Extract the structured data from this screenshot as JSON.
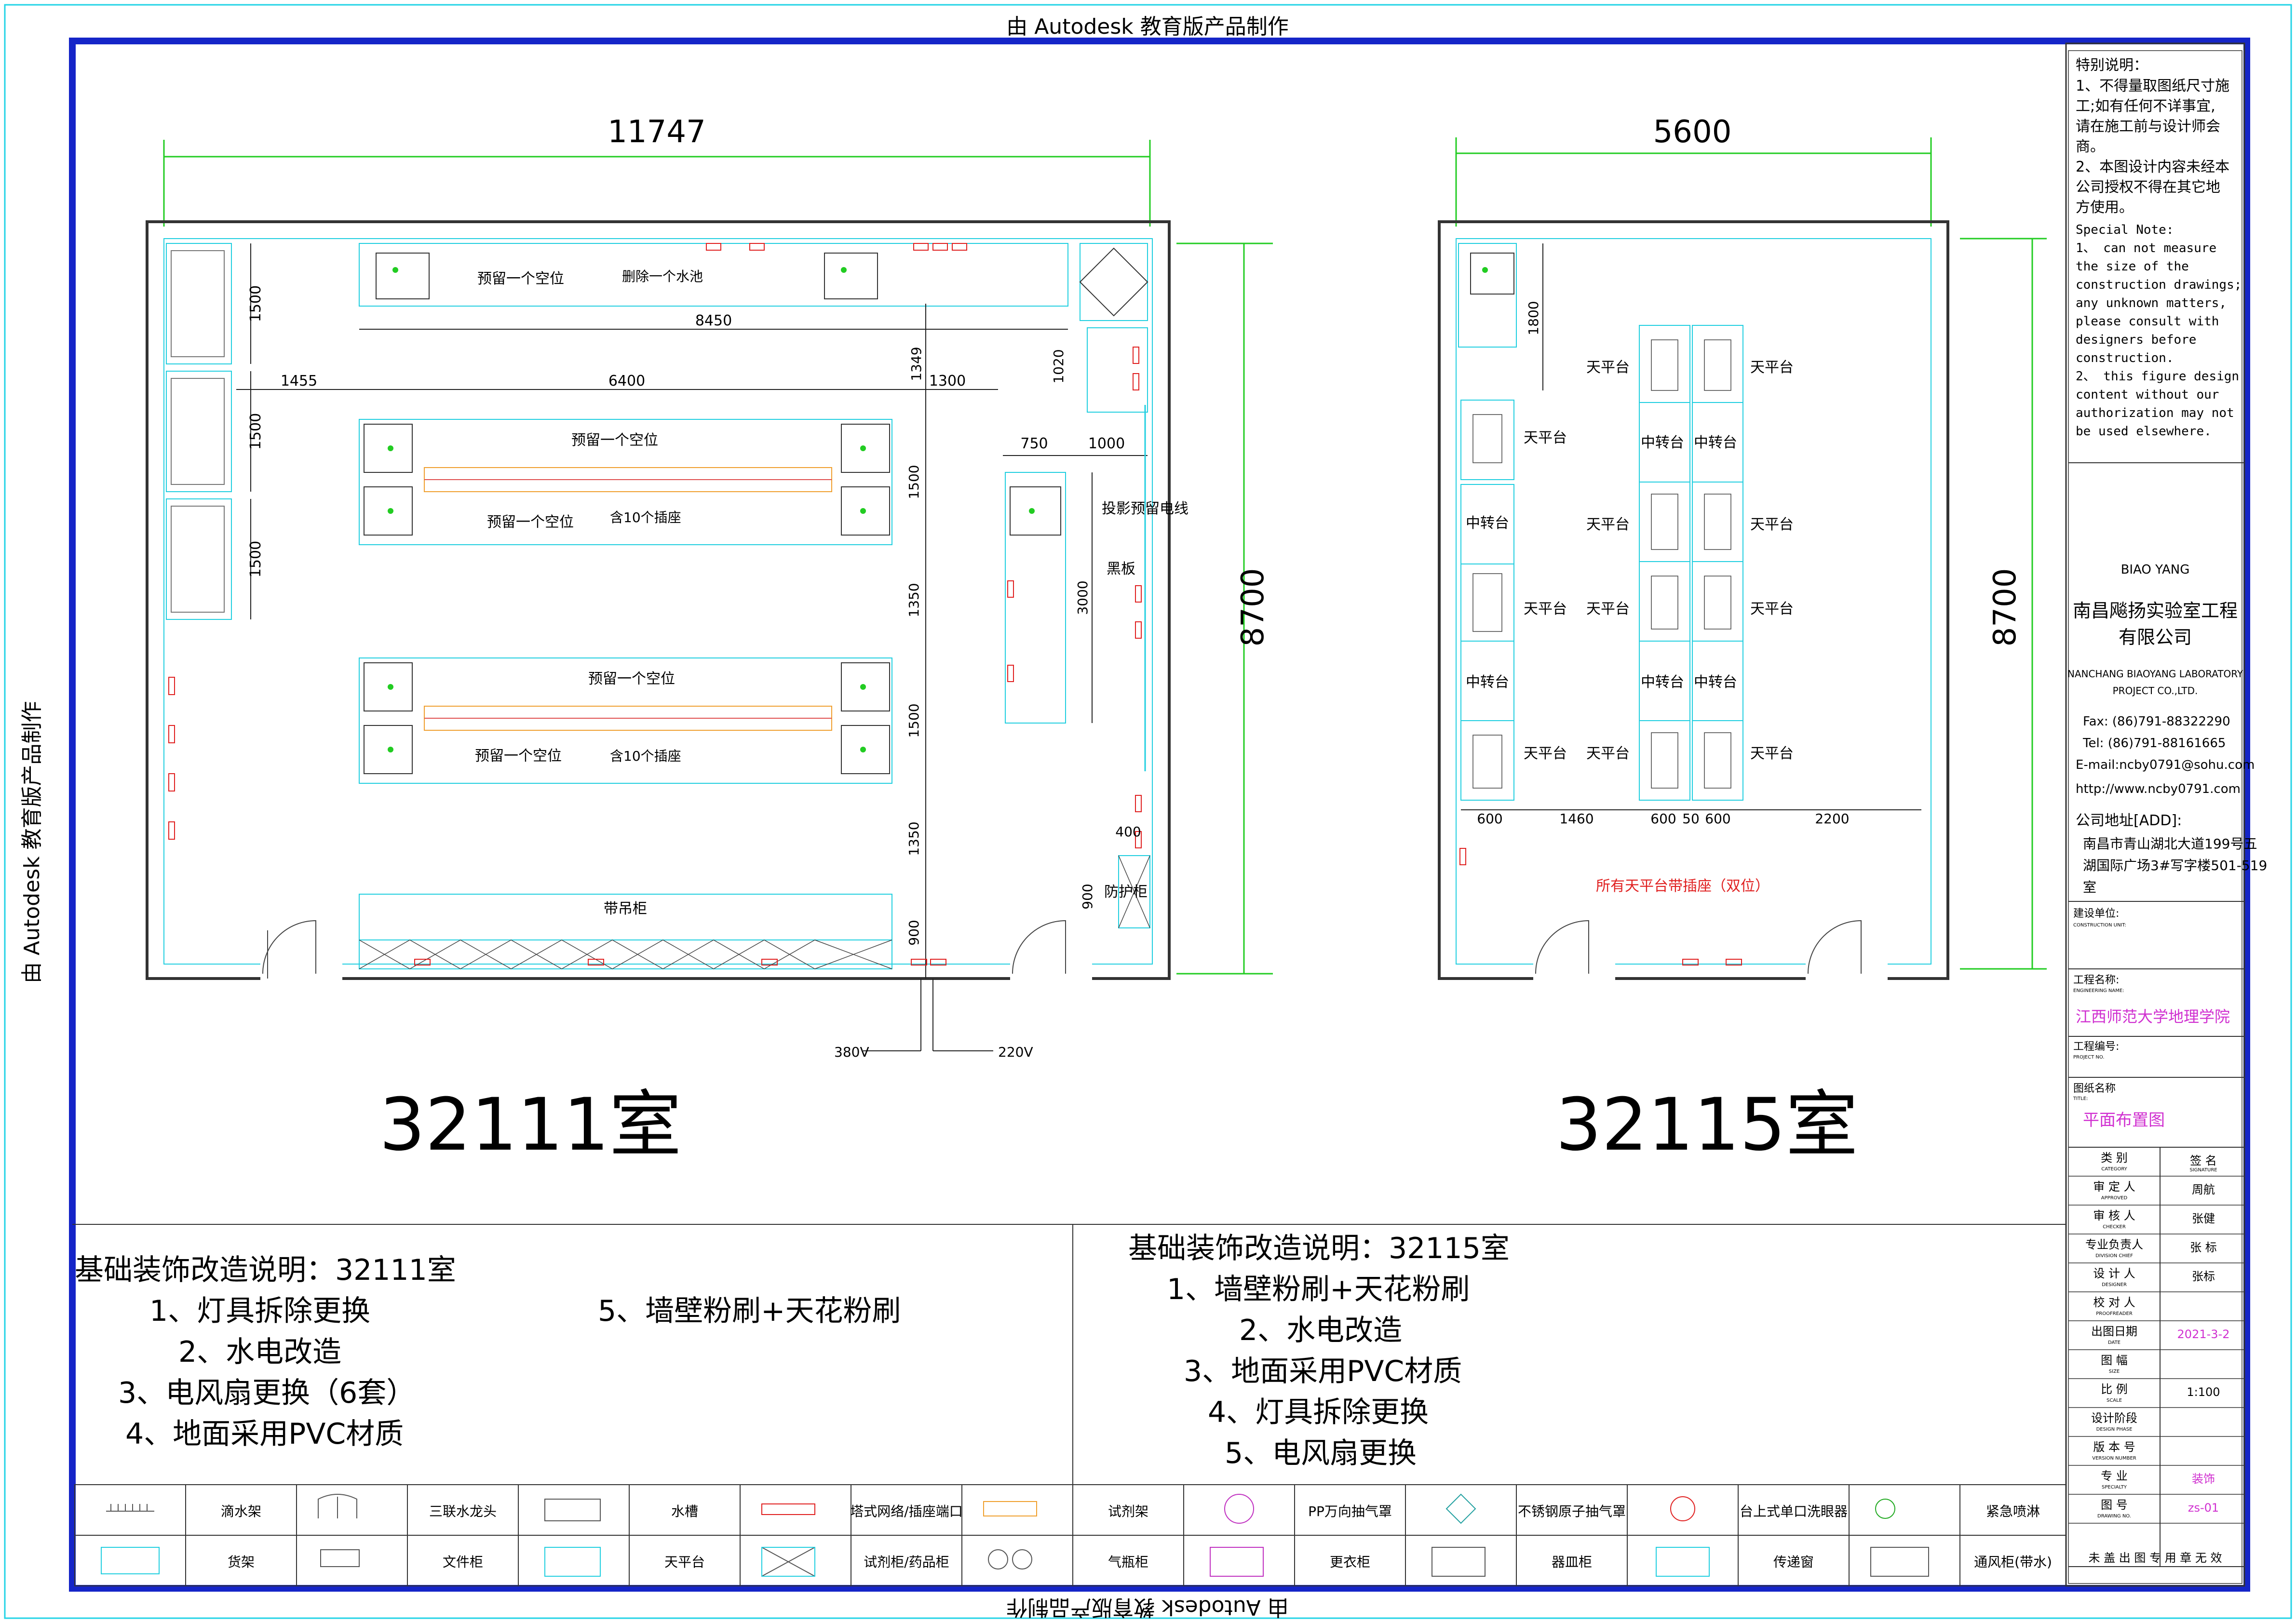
{
  "watermarks": {
    "left": "由 Autodesk 教育版产品制作",
    "bottom": "由 Autodesk 教育版产品制作"
  },
  "left_plan": {
    "dims": {
      "overall_width": "11747",
      "overall_height": "8700",
      "d8450": "8450",
      "d1455": "1455",
      "d6400": "6400",
      "d1300": "1300",
      "d1349": "1349",
      "d1020": "1020",
      "d750": "750",
      "d1000": "1000",
      "d1500_a": "1500",
      "d1500_b": "1500",
      "d1500_c": "1500",
      "d1500_d": "1500",
      "d1500_e": "1500",
      "d1350_a": "1350",
      "d1350_b": "1350",
      "d3000": "3000",
      "d900_a": "900",
      "d900_b": "900",
      "d400": "400"
    },
    "labels": {
      "reserve_top": "预留一个空位",
      "remove_sink": "删除一个水池",
      "reserve_b1_top": "预留一个空位",
      "reserve_b1_bottom": "预留一个空位",
      "sockets_b1": "含10个插座",
      "reserve_b2_top": "预留一个空位",
      "reserve_b2_bottom": "预留一个空位",
      "sockets_b2": "含10个插座",
      "projector": "投影预留电线",
      "blackboard": "黑板",
      "hanging_cabinet": "带吊柜",
      "protective_cabinet": "防护柜",
      "v380": "380V",
      "v220": "220V"
    },
    "room_title": "32111室"
  },
  "right_plan": {
    "dims": {
      "overall_width": "5600",
      "overall_height": "8700",
      "d1800": "1800",
      "b600a": "600",
      "b1460": "1460",
      "b600b": "600",
      "b50": "50",
      "b600c": "600",
      "b2200": "2200"
    },
    "labels": {
      "balance": "天平台",
      "transfer": "中转台",
      "note_red": "所有天平台带插座（双位）"
    },
    "room_title": "32115室"
  },
  "notes_left": {
    "title": "基础装饰改造说明：32111室",
    "items": [
      "1、灯具拆除更换",
      "2、水电改造",
      "3、电风扇更换（6套）",
      "4、地面采用PVC材质",
      "5、墙壁粉刷+天花粉刷"
    ]
  },
  "notes_right": {
    "title": "基础装饰改造说明：32115室",
    "items": [
      "1、墙壁粉刷+天花粉刷",
      "2、水电改造",
      "3、地面采用PVC材质",
      "4、灯具拆除更换",
      "5、电风扇更换"
    ]
  },
  "legend": {
    "row1": [
      "滴水架",
      "三联水龙头",
      "水槽",
      "塔式网络/插座端口",
      "试剂架",
      "PP万向抽气罩",
      "不锈钢原子抽气罩",
      "台上式单口洗眼器",
      "紧急喷淋"
    ],
    "row2": [
      "货架",
      "文件柜",
      "天平台",
      "试剂柜/药品柜",
      "气瓶柜",
      "更衣柜",
      "器皿柜",
      "传递窗",
      "通风柜(带水)"
    ]
  },
  "titleblock": {
    "special_title": "特别说明：",
    "special_cn": [
      "1、不得量取图纸尺寸施",
      "工;如有任何不详事宜,",
      "请在施工前与设计师会",
      "商。",
      "2、本图设计内容未经本",
      "公司授权不得在其它地",
      "方使用。"
    ],
    "special_en": [
      "Special Note:",
      "1、 can not measure",
      "the size of the",
      "construction drawings;",
      "any unknown matters,",
      "please consult with",
      "designers before",
      "construction.",
      "2、 this figure design",
      "content without our",
      "authorization may not",
      "be used elsewhere."
    ],
    "brand": "BIAO  YANG",
    "company_cn1": "南昌飚扬实验室工程",
    "company_cn2": "有限公司",
    "company_en1": "NANCHANG BIAOYANG LABORATORY",
    "company_en2": "PROJECT CO.,LTD.",
    "fax": "Fax:  (86)791-88322290",
    "tel": "Tel:  (86)791-88161665",
    "email": "E-mail:ncby0791@sohu.com",
    "web": "http://www.ncby0791.com",
    "addr_label": "公司地址[ADD]:",
    "addr1": "南昌市青山湖北大道199号五",
    "addr2": "湖国际广场3#写字楼501-519",
    "addr3": "室",
    "unit_label": "建设单位:",
    "unit_label_en": "CONSTRUCTION UNIT:",
    "project_label": "工程名称:",
    "project_label_en": "ENGINEERING NAME:",
    "project_value": "江西师范大学地理学院",
    "projno_label": "工程编号:",
    "projno_label_en": "PROJECT NO.",
    "drawing_label": "图纸名称",
    "drawing_label_en": "TITLE:",
    "drawing_value": "平面布置图",
    "rows": [
      {
        "k": "类    别",
        "ke": "CATEGORY",
        "v": "签    名",
        "ve": "SIGNATURE"
      },
      {
        "k": "审 定 人",
        "ke": "APPROVED",
        "v": "周航",
        "ve": ""
      },
      {
        "k": "审 核 人",
        "ke": "CHECKER",
        "v": "张健",
        "ve": ""
      },
      {
        "k": "专业负责人",
        "ke": "DIVISION CHIEF",
        "v": "张 标",
        "ve": ""
      },
      {
        "k": "设 计 人",
        "ke": "DESIGNER",
        "v": "张标",
        "ve": ""
      },
      {
        "k": "校 对 人",
        "ke": "PROOFREADER",
        "v": "",
        "ve": ""
      },
      {
        "k": "出图日期",
        "ke": "DATE",
        "v": "2021-3-2",
        "ve": ""
      },
      {
        "k": "图    幅",
        "ke": "SIZE",
        "v": "",
        "ve": ""
      },
      {
        "k": "比    例",
        "ke": "SCALE",
        "v": "1:100",
        "ve": ""
      },
      {
        "k": "设计阶段",
        "ke": "DESIGN PHASE",
        "v": "",
        "ve": ""
      },
      {
        "k": "版 本 号",
        "ke": "VERSION NUMBER",
        "v": "",
        "ve": ""
      },
      {
        "k": "专    业",
        "ke": "SPECIALTY",
        "v": "装饰",
        "ve": ""
      },
      {
        "k": "图    号",
        "ke": "DRAWING NO.",
        "v": "zs-01",
        "ve": ""
      }
    ],
    "footer": "未 盖 出 图 专 用 章 无 效"
  }
}
